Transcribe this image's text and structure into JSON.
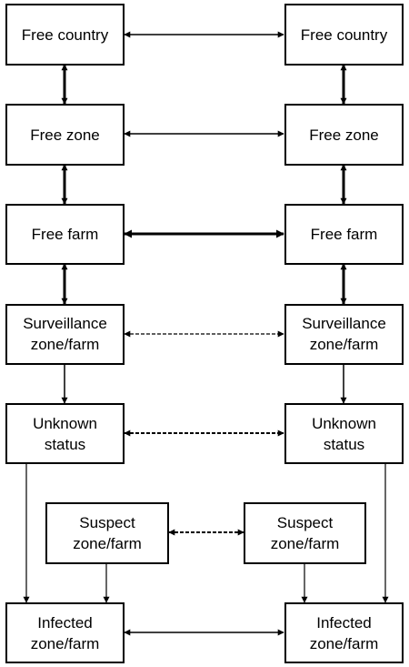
{
  "diagram": {
    "left": {
      "free_country": "Free country",
      "free_zone": "Free zone",
      "free_farm": "Free farm",
      "surveillance_1": "Surveillance",
      "surveillance_2": "zone/farm",
      "unknown_1": "Unknown",
      "unknown_2": "status",
      "suspect_1": "Suspect",
      "suspect_2": "zone/farm",
      "infected_1": "Infected",
      "infected_2": "zone/farm"
    },
    "right": {
      "free_country": "Free country",
      "free_zone": "Free zone",
      "free_farm": "Free farm",
      "surveillance_1": "Surveillance",
      "surveillance_2": "zone/farm",
      "unknown_1": "Unknown",
      "unknown_2": "status",
      "suspect_1": "Suspect",
      "suspect_2": "zone/farm",
      "infected_1": "Infected",
      "infected_2": "zone/farm"
    }
  }
}
